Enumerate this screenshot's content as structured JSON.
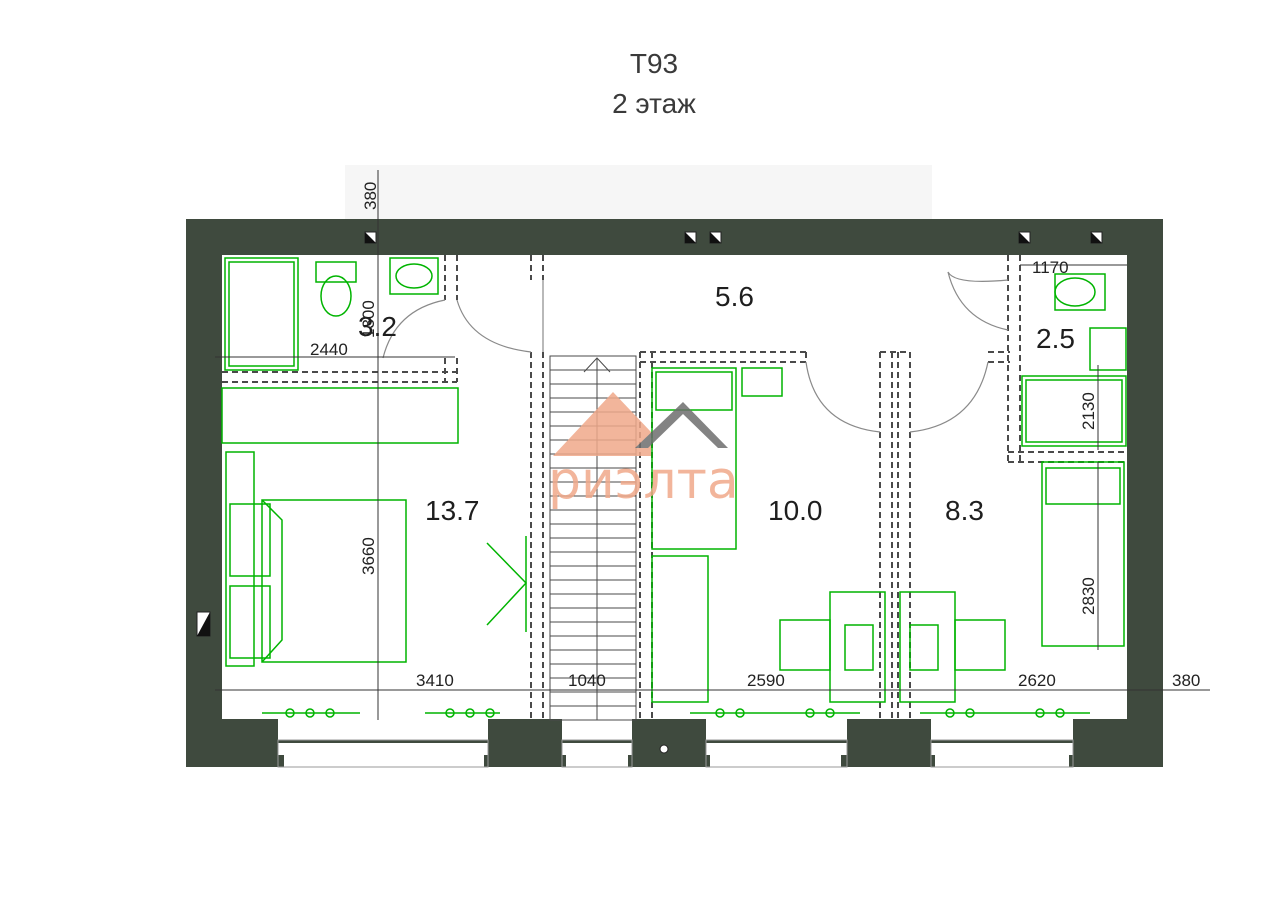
{
  "title": {
    "line1": "Т93",
    "line2": "2 этаж"
  },
  "rooms": [
    {
      "area": "5.6"
    },
    {
      "area": "3.2"
    },
    {
      "area": "2.5"
    },
    {
      "area": "13.7"
    },
    {
      "area": "10.0"
    },
    {
      "area": "8.3"
    }
  ],
  "dimensions": {
    "wall_top": "380",
    "wall_right": "380",
    "bath_left_width": "2440",
    "bath_left_height": "1300",
    "bath_right_width": "1170",
    "bath_right_height": "2130",
    "bedroom_left_height": "3660",
    "bedroom_right_height": "2830",
    "bedroom_left_width": "3410",
    "stair_width": "1040",
    "bedroom_mid_width": "2590",
    "bedroom_right_width": "2620"
  },
  "logo": {
    "text": "риэлта"
  },
  "colors": {
    "wall": "#3f4a3e",
    "furniture": "#00b400",
    "partition": "#4a4a4a",
    "logo_orange": "#f0a98a",
    "logo_gray": "#7a7a7a"
  }
}
